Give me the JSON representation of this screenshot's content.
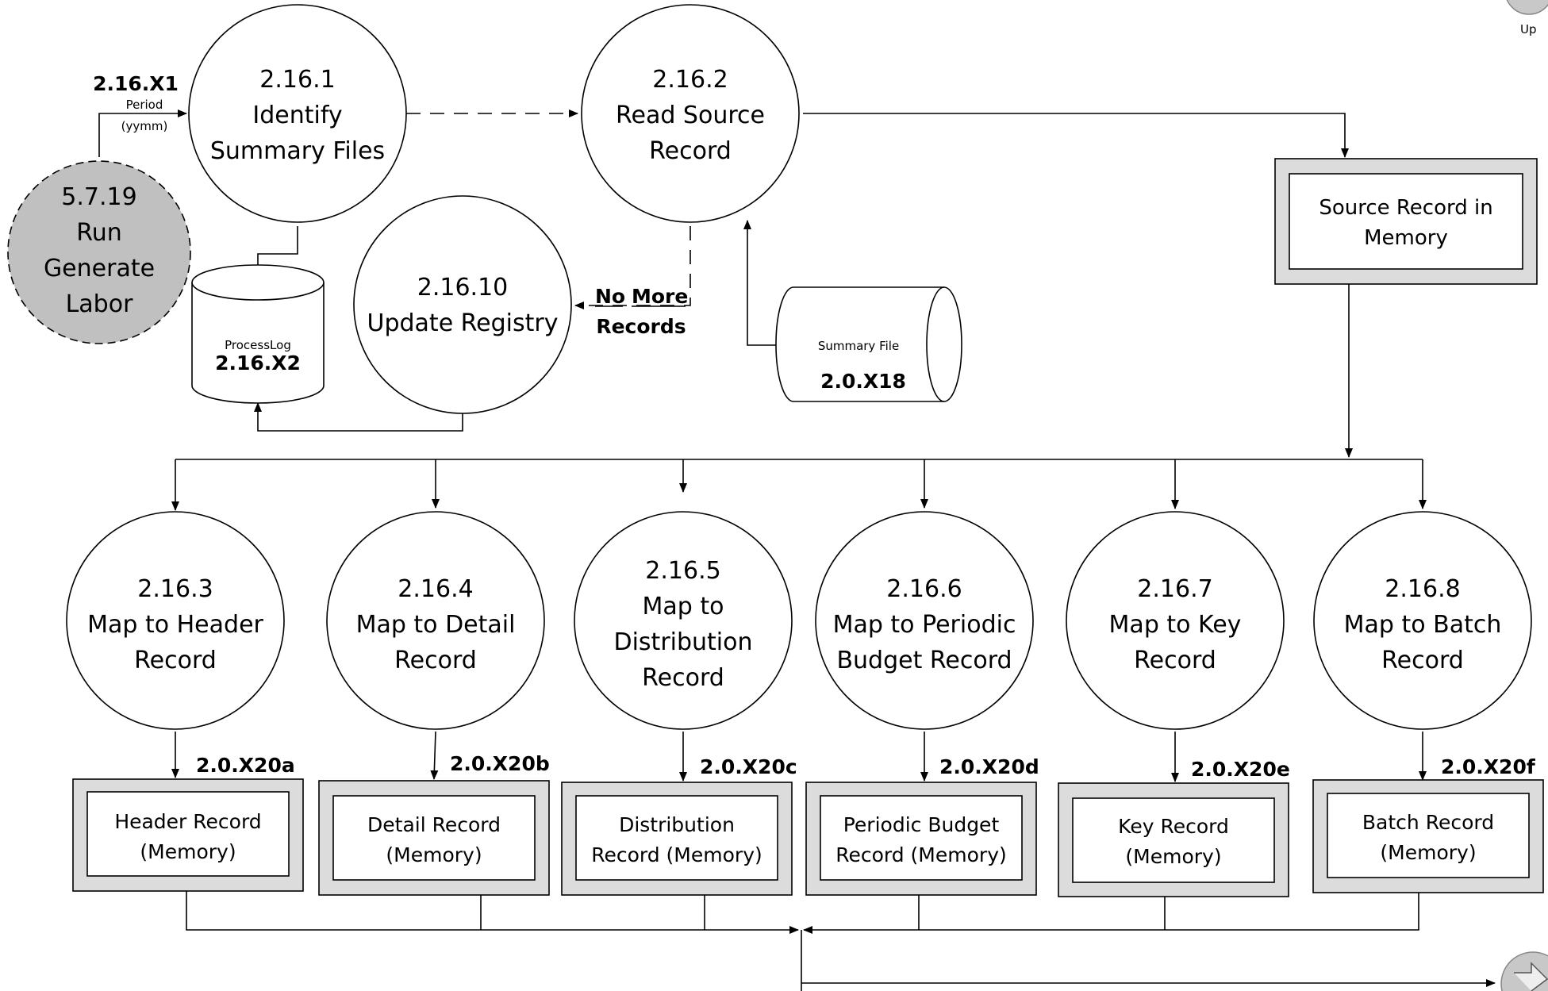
{
  "external": {
    "id": "5.7.19",
    "line1": "Run",
    "line2": "Generate",
    "line3": "Labor"
  },
  "flow_period": {
    "id": "2.16.X1",
    "label1": "Period",
    "label2": "(yymm)"
  },
  "processes": {
    "identify": {
      "id": "2.16.1",
      "line1": "Identify",
      "line2": "Summary Files"
    },
    "read": {
      "id": "2.16.2",
      "line1": "Read Source",
      "line2": "Record"
    },
    "update": {
      "id": "2.16.10",
      "line1": "Update Registry"
    },
    "header": {
      "id": "2.16.3",
      "line1": "Map to Header",
      "line2": "Record"
    },
    "detail": {
      "id": "2.16.4",
      "line1": "Map to Detail",
      "line2": "Record"
    },
    "distribution": {
      "id": "2.16.5",
      "line1": "Map to",
      "line2": "Distribution",
      "line3": "Record"
    },
    "periodic": {
      "id": "2.16.6",
      "line1": "Map to Periodic",
      "line2": "Budget Record"
    },
    "key": {
      "id": "2.16.7",
      "line1": "Map to Key",
      "line2": "Record"
    },
    "batch": {
      "id": "2.16.8",
      "line1": "Map to Batch",
      "line2": "Record"
    }
  },
  "processlog": {
    "label": "ProcessLog",
    "id": "2.16.X2"
  },
  "summary_file": {
    "label": "Summary File",
    "id": "2.0.X18"
  },
  "no_more": {
    "word1": "No",
    "word2": "More",
    "line2": "Records"
  },
  "source_memory": {
    "line1": "Source Record in",
    "line2": "Memory"
  },
  "stores": {
    "header": {
      "flow": "2.0.X20a",
      "line1": "Header Record",
      "line2": "(Memory)"
    },
    "detail": {
      "flow": "2.0.X20b",
      "line1": "Detail Record",
      "line2": "(Memory)"
    },
    "distribution": {
      "flow": "2.0.X20c",
      "line1": "Distribution",
      "line2": "Record  (Memory)"
    },
    "periodic": {
      "flow": "2.0.X20d",
      "line1": "Periodic Budget",
      "line2": "Record  (Memory)"
    },
    "key": {
      "flow": "2.0.X20e",
      "line1": "Key Record",
      "line2": "(Memory)"
    },
    "batch": {
      "flow": "2.0.X20f",
      "line1": "Batch Record",
      "line2": "(Memory)"
    }
  },
  "nav": {
    "up_label": "Up"
  }
}
